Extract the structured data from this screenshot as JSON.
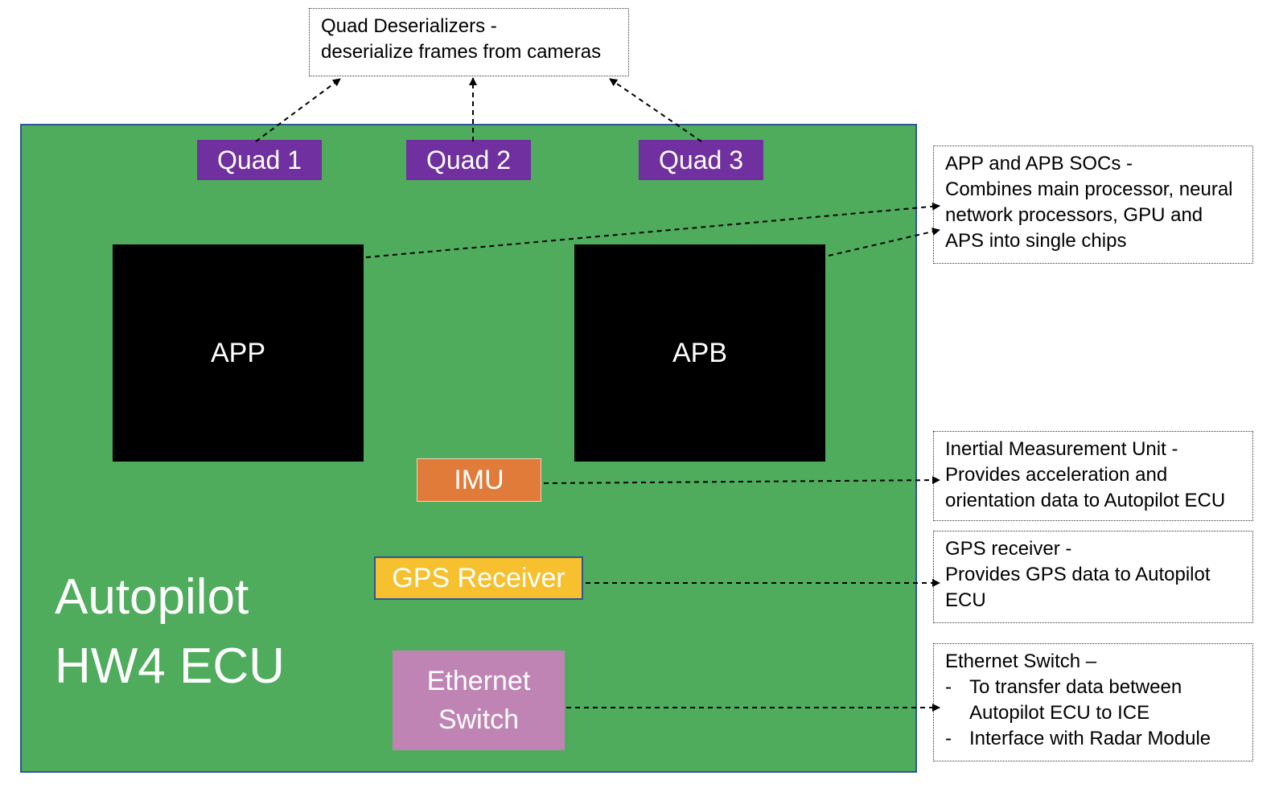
{
  "board": {
    "title_line1": "Autopilot",
    "title_line2": "HW4 ECU",
    "color": "#4fac5c"
  },
  "quads": [
    {
      "label": "Quad 1"
    },
    {
      "label": "Quad 2"
    },
    {
      "label": "Quad 3"
    }
  ],
  "chips": {
    "app": "APP",
    "apb": "APB"
  },
  "components": {
    "imu": "IMU",
    "gps": "GPS Receiver",
    "ethernet_line1": "Ethernet",
    "ethernet_line2": "Switch"
  },
  "notes": {
    "deserializers": {
      "line1": "Quad Deserializers -",
      "line2": "deserialize frames from cameras"
    },
    "socs": {
      "line1": "APP and APB SOCs -",
      "line2": "Combines main processor, neural",
      "line3": "network processors, GPU and",
      "line4": "APS into single chips"
    },
    "imu": {
      "line1": "Inertial Measurement Unit -",
      "line2": "Provides acceleration and",
      "line3": "orientation data to Autopilot ECU"
    },
    "gps": {
      "line1": "GPS receiver -",
      "line2": "Provides GPS data to Autopilot",
      "line3": "ECU"
    },
    "ethernet": {
      "line1": "Ethernet Switch –",
      "bullet_dash": "-",
      "bullet1_line1": "To transfer data between",
      "bullet1_line2": "Autopilot ECU to ICE",
      "bullet2": "Interface with Radar Module"
    }
  },
  "colors": {
    "quad": "#7030a0",
    "chip": "#000000",
    "imu": "#e07b39",
    "gps": "#f6c02e",
    "ethernet": "#c084b4",
    "border": "#2f5597"
  }
}
